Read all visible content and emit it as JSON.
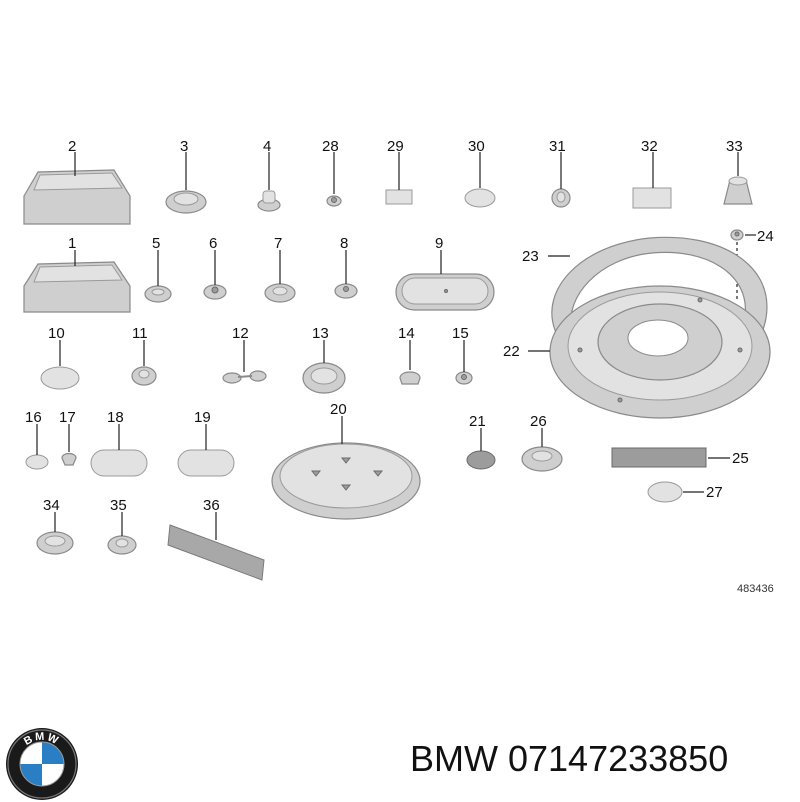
{
  "diagram": {
    "reference": "483436",
    "labels": [
      "2",
      "3",
      "4",
      "28",
      "29",
      "30",
      "31",
      "32",
      "33",
      "24",
      "1",
      "5",
      "6",
      "7",
      "8",
      "9",
      "23",
      "22",
      "10",
      "11",
      "12",
      "13",
      "14",
      "15",
      "16",
      "17",
      "18",
      "19",
      "20",
      "21",
      "26",
      "25",
      "27",
      "34",
      "35",
      "36"
    ]
  },
  "footer": {
    "brand_text": "BMW 07147233850",
    "logo_text": "BMW"
  },
  "colors": {
    "part_fill": "#cfcfcf",
    "part_stroke": "#8a8a8a",
    "logo_blue": "#2a7fc4"
  }
}
